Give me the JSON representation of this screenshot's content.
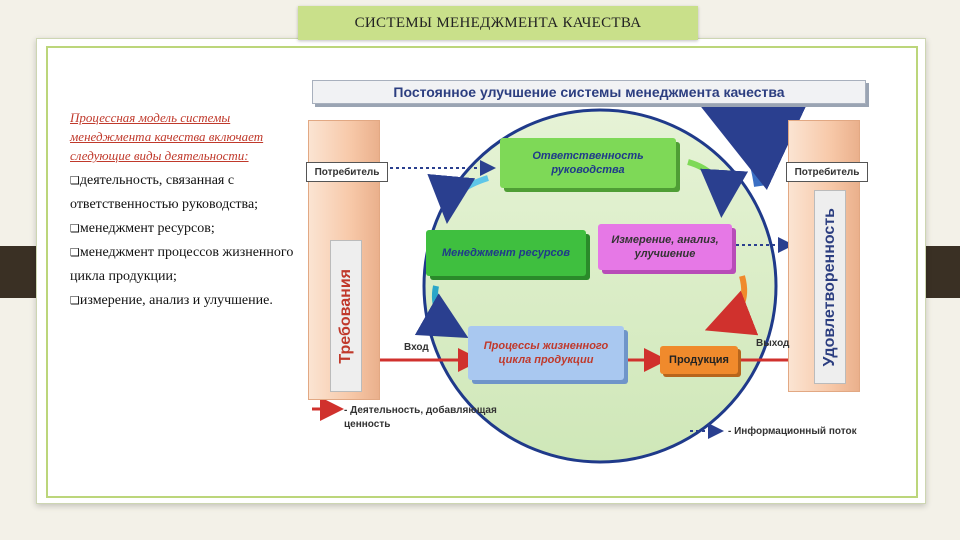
{
  "slide": {
    "title": "СИСТЕМЫ МЕНЕДЖМЕНТА КАЧЕСТВА"
  },
  "text": {
    "intro": "Процессная модель системы менеджмента качества включает следующие виды деятельности:",
    "bullet_marker": "❑",
    "bullets": [
      "деятельность, связанная с ответственностью руководства;",
      "менеджмент ресурсов;",
      "менеджмент процессов жизненного цикла продукции;",
      "измерение, анализ и улучшение."
    ]
  },
  "diagram": {
    "banner": "Постоянное улучшение системы менеджмента качества",
    "left_tag": "Потребитель",
    "right_tag": "Потребитель",
    "left_vertical": "Требования",
    "right_vertical": "Удовлетворенность",
    "box_responsibility": "Ответственность руководства",
    "box_resources": "Менеджмент ресурсов",
    "box_measurement": "Измерение, анализ, улучшение",
    "box_processes": "Процессы жизненного цикла продукции",
    "box_product": "Продукция",
    "input_label": "Вход",
    "output_label": "Выход",
    "legend_value_added": "- Деятельность, добавляющая ценность",
    "legend_info_flow": "- Информационный поток"
  },
  "colors": {
    "title_bg": "#c9e08a",
    "frame_border": "#bcd67b",
    "circle": "#1f3a8a",
    "responsibility": "#7ed957",
    "resources": "#3fbf3f",
    "measurement": "#e678e6",
    "processes": "#a9c8f0",
    "product": "#f08a2c",
    "red_arrow": "#d0312d"
  }
}
